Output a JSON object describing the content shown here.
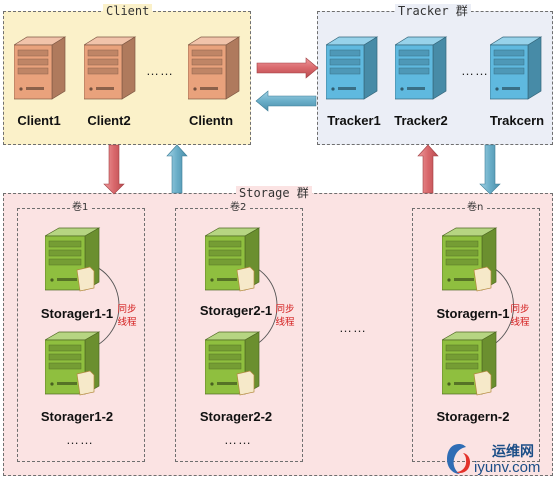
{
  "client_group": {
    "title": "Client"
  },
  "tracker_group": {
    "title": "Tracker 群"
  },
  "storage_group": {
    "title": "Storage 群"
  },
  "clients": [
    "Client1",
    "Client2",
    "Clientn"
  ],
  "client_ellipsis": "……",
  "trackers": [
    "Tracker1",
    "Tracker2",
    "Trakcern"
  ],
  "tracker_ellipsis": "……",
  "volumes": [
    {
      "title": "卷1",
      "servers": [
        "Storager1-1",
        "Storager1-2"
      ],
      "sync_label": "同步\n线程",
      "ellipsis": "……"
    },
    {
      "title": "卷2",
      "servers": [
        "Storager2-1",
        "Storager2-2"
      ],
      "sync_label": "同步\n线程",
      "ellipsis": "……"
    },
    {
      "title": "卷n",
      "servers": [
        "Storagern-1",
        "Storagern-2"
      ],
      "sync_label": "同步\n线程",
      "ellipsis": ""
    }
  ],
  "volume_ellipsis": "……",
  "watermark": {
    "text": "运维网",
    "url": "iyunv.com"
  },
  "colors": {
    "client_bg": "#fbf1c9",
    "tracker_bg": "#ebeef6",
    "storage_bg": "#fbe3e3",
    "client_server": "#e9a27c",
    "tracker_server": "#5fb9df",
    "storage_server": "#8fbf3f",
    "arrow_red": "#d9686c",
    "arrow_blue": "#6aaec8",
    "sync_text": "#d42020"
  }
}
